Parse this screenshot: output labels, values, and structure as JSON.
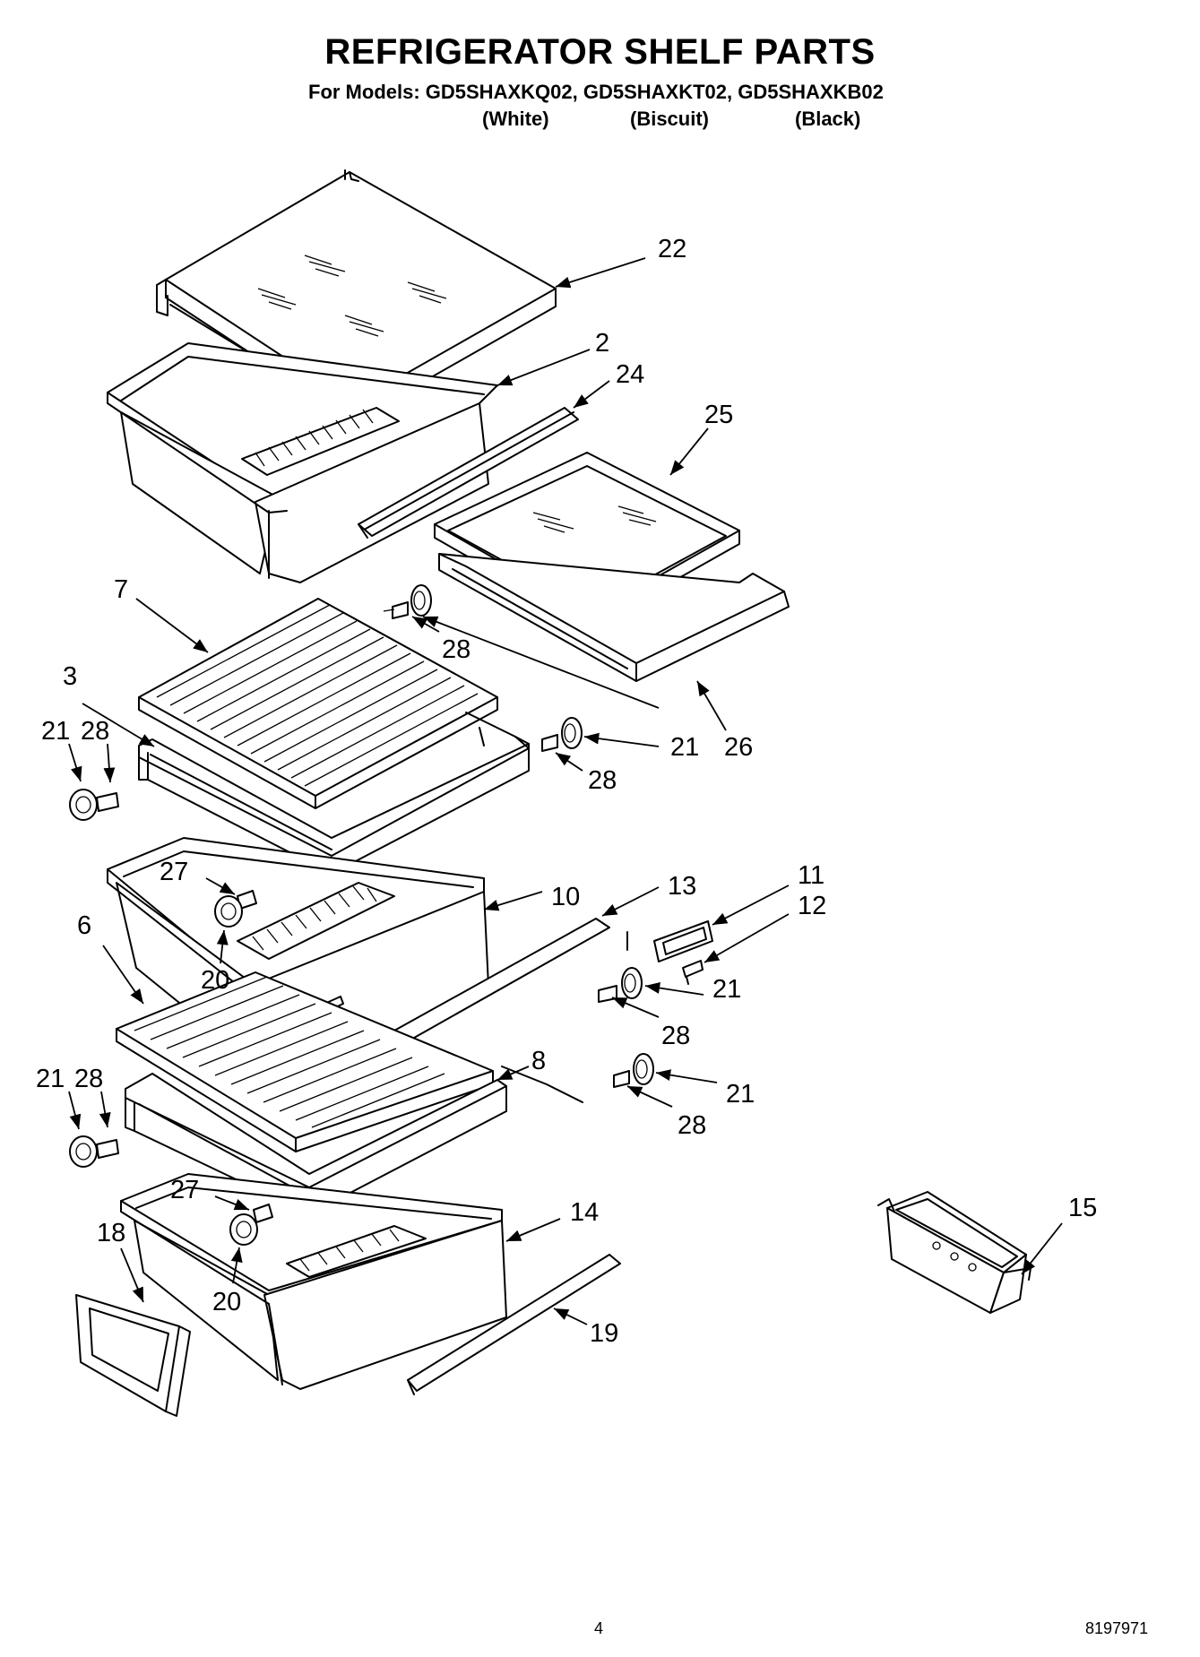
{
  "header": {
    "title": "REFRIGERATOR SHELF PARTS",
    "models_line": "For Models: GD5SHAXKQ02, GD5SHAXKT02, GD5SHAXKB02",
    "variants": [
      "(White)",
      "(Biscuit)",
      "(Black)"
    ]
  },
  "footer": {
    "page_number": "4",
    "doc_number": "8197971"
  },
  "callouts": [
    {
      "id": "c22",
      "label": "22"
    },
    {
      "id": "c2",
      "label": "2"
    },
    {
      "id": "c24",
      "label": "24"
    },
    {
      "id": "c25",
      "label": "25"
    },
    {
      "id": "c7",
      "label": "7"
    },
    {
      "id": "c28a",
      "label": "28"
    },
    {
      "id": "c3",
      "label": "3"
    },
    {
      "id": "c21a",
      "label": "21"
    },
    {
      "id": "c28b",
      "label": "28"
    },
    {
      "id": "c21b",
      "label": "21"
    },
    {
      "id": "c26",
      "label": "26"
    },
    {
      "id": "c28c",
      "label": "28"
    },
    {
      "id": "c27a",
      "label": "27"
    },
    {
      "id": "c10",
      "label": "10"
    },
    {
      "id": "c13",
      "label": "13"
    },
    {
      "id": "c11",
      "label": "11"
    },
    {
      "id": "c12",
      "label": "12"
    },
    {
      "id": "c6",
      "label": "6"
    },
    {
      "id": "c20a",
      "label": "20"
    },
    {
      "id": "c21c",
      "label": "21"
    },
    {
      "id": "c28d",
      "label": "28"
    },
    {
      "id": "c8",
      "label": "8"
    },
    {
      "id": "c21d",
      "label": "21"
    },
    {
      "id": "c28e",
      "label": "28"
    },
    {
      "id": "c21e",
      "label": "21"
    },
    {
      "id": "c28f",
      "label": "28"
    },
    {
      "id": "c27b",
      "label": "27"
    },
    {
      "id": "c14",
      "label": "14"
    },
    {
      "id": "c15",
      "label": "15"
    },
    {
      "id": "c18",
      "label": "18"
    },
    {
      "id": "c20b",
      "label": "20"
    },
    {
      "id": "c19",
      "label": "19"
    }
  ]
}
